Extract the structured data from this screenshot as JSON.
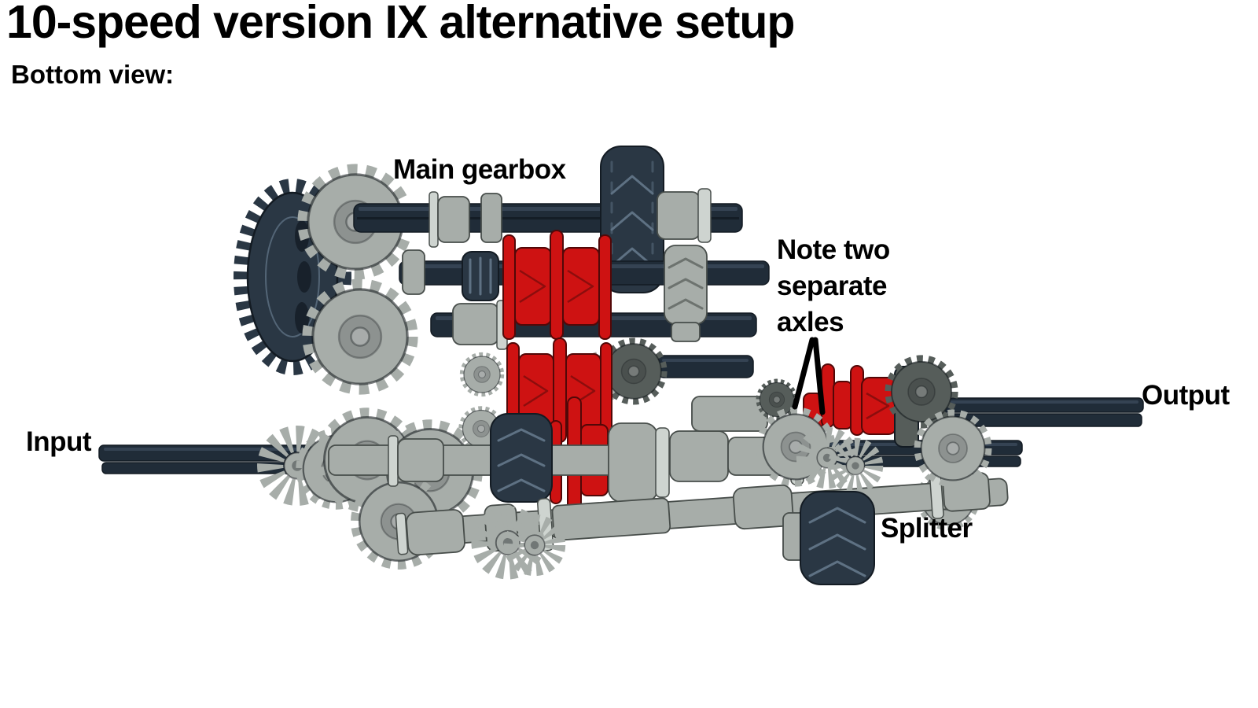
{
  "page": {
    "title": "10-speed version IX alternative setup",
    "subtitle": "Bottom view:"
  },
  "labels": {
    "main_gearbox": "Main gearbox",
    "note_line1": "Note two",
    "note_line2": "separate",
    "note_line3": "axles",
    "input": "Input",
    "output": "Output",
    "splitter": "Splitter"
  },
  "colors": {
    "background": "#ffffff",
    "text": "#000000",
    "axle": "#202c38",
    "axle_hi": "#47586a",
    "dark_part": "#2a3744",
    "dark_part_hi": "#5e7183",
    "dark_part_edge": "#131b23",
    "gray": "#a7ada9",
    "gray_hi": "#ced4d0",
    "gray_lo": "#6d736f",
    "gray_edge": "#474d4a",
    "gray_dark": "#565d5a",
    "red": "#ce1212",
    "red_lo": "#8c0d0d",
    "red_edge": "#520808",
    "pointer": "#000000"
  }
}
